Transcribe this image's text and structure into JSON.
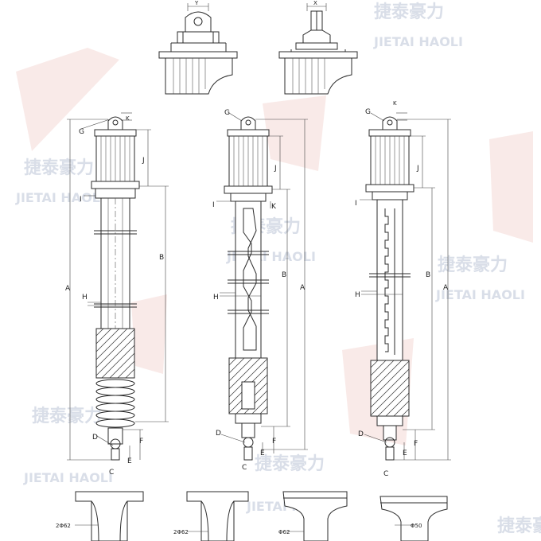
{
  "watermark": {
    "cn": "捷泰豪力",
    "en": "JIETAI HAOLI",
    "colors": {
      "text": "#d9dee8",
      "shape": "#f4d9d6"
    }
  },
  "top_details": {
    "left_label": "Y",
    "right_label": "X"
  },
  "units": [
    {
      "id": "spring",
      "labels": {
        "A": "A",
        "B": "B",
        "G": "G",
        "J": "J",
        "K": "K",
        "I": "I",
        "H": "H",
        "D": "D",
        "E": "E",
        "F": "F",
        "C": "C"
      }
    },
    {
      "id": "slot",
      "labels": {
        "A": "A",
        "B": "B",
        "G": "G",
        "J": "J",
        "K": "K",
        "I": "I",
        "H": "H",
        "D": "D",
        "E": "E",
        "F": "F",
        "C": "C"
      }
    },
    {
      "id": "rack",
      "labels": {
        "A": "A",
        "B": "B",
        "G": "G",
        "J": "J",
        "K": "K",
        "I": "I",
        "H": "H",
        "D": "D",
        "E": "E",
        "F": "F",
        "C": "C"
      }
    }
  ],
  "bottom_details": [
    {
      "label": "2Φ62"
    },
    {
      "label": "2Φ62"
    },
    {
      "label": "Φ62"
    },
    {
      "label": "Φ50"
    }
  ]
}
